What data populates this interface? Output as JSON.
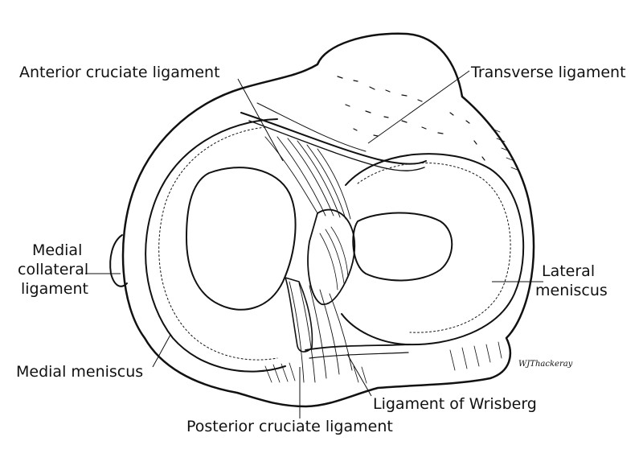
{
  "labels": {
    "anterior_cruciate": "Anterior cruciate ligament",
    "transverse": "Transverse ligament",
    "medial_collateral": [
      "Medial",
      "collateral",
      "ligament"
    ],
    "lateral_meniscus": [
      "Lateral",
      "meniscus"
    ],
    "medial_meniscus": "Medial meniscus",
    "wrisberg": "Ligament of Wrisberg",
    "posterior_cruciate": "Posterior cruciate ligament"
  },
  "signature": "WJThackeray",
  "colors": {
    "ink": "#111111",
    "paper": "#ffffff"
  }
}
